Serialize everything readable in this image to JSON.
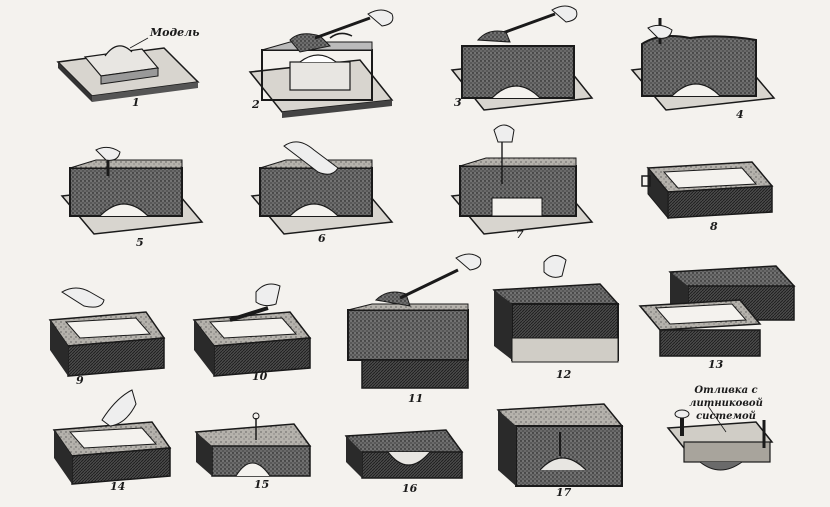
{
  "labels": {
    "model": "Модель",
    "casting_line1": "Отливка с литниковой",
    "casting_line2": "системой"
  },
  "step_numbers": [
    "1",
    "2",
    "3",
    "4",
    "5",
    "6",
    "7",
    "8",
    "9",
    "10",
    "11",
    "12",
    "13",
    "14",
    "15",
    "16",
    "17"
  ],
  "colors": {
    "ink": "#1a1a1a",
    "sand_dark": "#3a3a3a",
    "sand_light": "#8a8a8a",
    "paper": "#f4f2ee"
  }
}
